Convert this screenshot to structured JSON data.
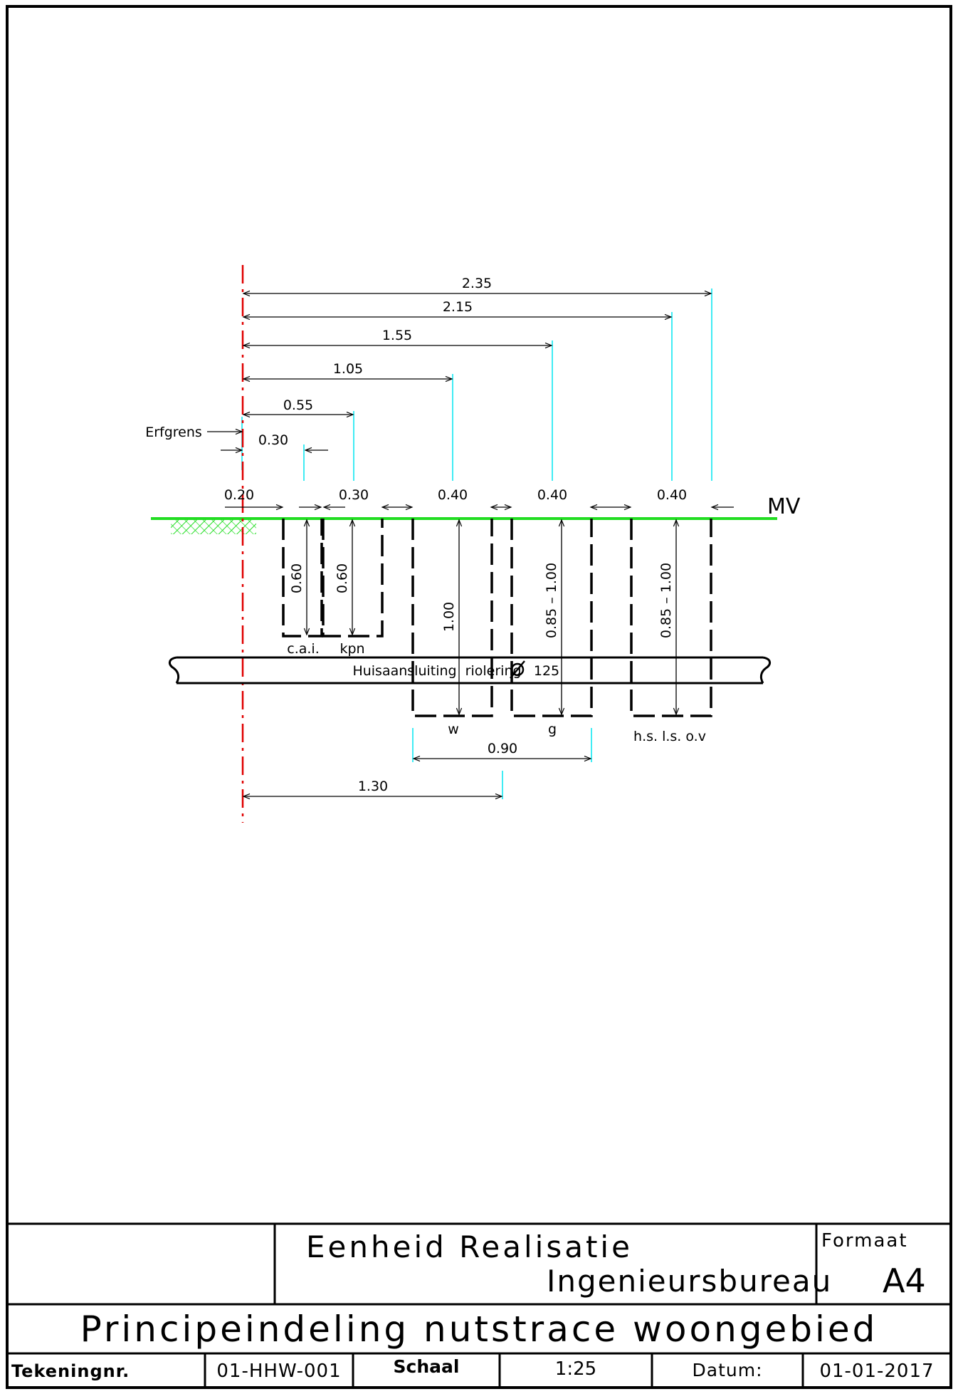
{
  "drawing": {
    "labels": {
      "erfgrens": "Erfgrens",
      "mv": "MV",
      "cai": "c.a.i.",
      "kpn": "kpn",
      "w": "w",
      "g": "g",
      "hsls": "h.s. l.s. o.v",
      "sewer": "Huisaansluiting  riolering",
      "sewer_diam": "125"
    },
    "dims": {
      "d235": "2.35",
      "d215": "2.15",
      "d155": "1.55",
      "d105": "1.05",
      "d055": "0.55",
      "d030_top": "0.30",
      "d020": "0.20",
      "d030": "0.30",
      "d040_a": "0.40",
      "d040_b": "0.40",
      "d040_c": "0.40",
      "d090": "0.90",
      "d130": "1.30",
      "depth_cai": "0.60",
      "depth_kpn": "0.60",
      "depth_w": "1.00",
      "depth_g": "0.85 – 1.00",
      "depth_hs": "0.85 – 1.00"
    },
    "colors": {
      "ground": "#22dd22",
      "boundary": "#e00000",
      "extension": "#00e5f0",
      "ink": "#000000"
    }
  },
  "titleblock": {
    "org_line1": "Eenheid Realisatie",
    "org_line2": "Ingenieursbureau",
    "format_label": "Formaat",
    "format_value": "A4",
    "title": "Principeindeling nutstrace woongebied",
    "drawing_no_label": "Tekeningnr.",
    "drawing_no": "01-HHW-001",
    "scale_label": "Schaal",
    "scale": "1:25",
    "date_label": "Datum:",
    "date": "01-01-2017"
  }
}
